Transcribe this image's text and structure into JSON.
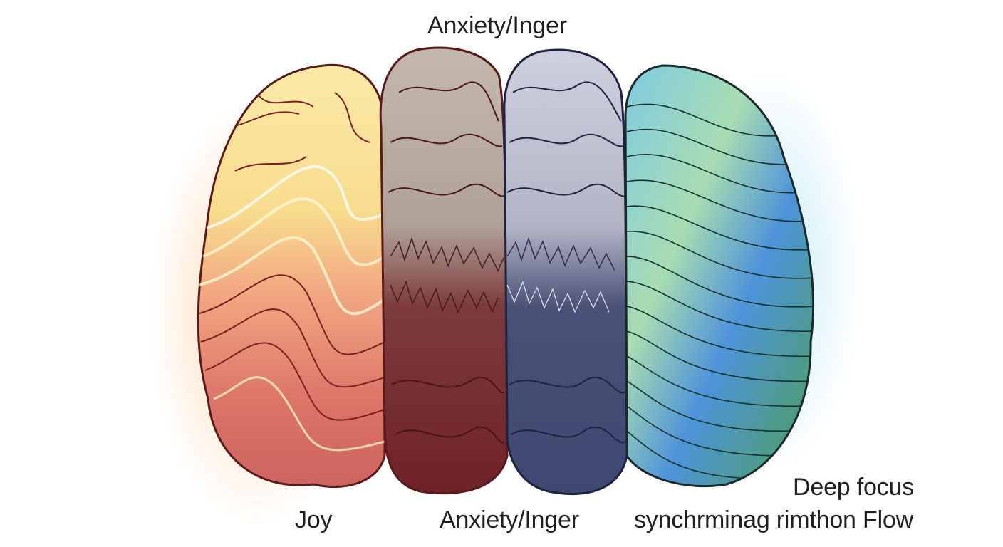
{
  "labels": {
    "top": "Anxiety/Inger",
    "joy": "Joy",
    "anxiety": "Anxiety/Inger",
    "deep_focus": "Deep focus",
    "flow": "synchrminag rimthon Flow"
  },
  "regions": [
    {
      "id": "joy",
      "colors": [
        "#f9e79a",
        "#f6c98a",
        "#e9826d",
        "#c9645e"
      ]
    },
    {
      "id": "anxiety-left",
      "colors": [
        "#bdb0a6",
        "#9d8178",
        "#7a2d33",
        "#6a1f27"
      ]
    },
    {
      "id": "anxiety-right",
      "colors": [
        "#c7c8d8",
        "#a9acbf",
        "#4b557e",
        "#3c4572"
      ]
    },
    {
      "id": "flow",
      "colors": [
        "#93d3e6",
        "#b7e2b3",
        "#4f8fd8",
        "#4a9e7e"
      ]
    }
  ],
  "outline_color": "#5a1a1a"
}
